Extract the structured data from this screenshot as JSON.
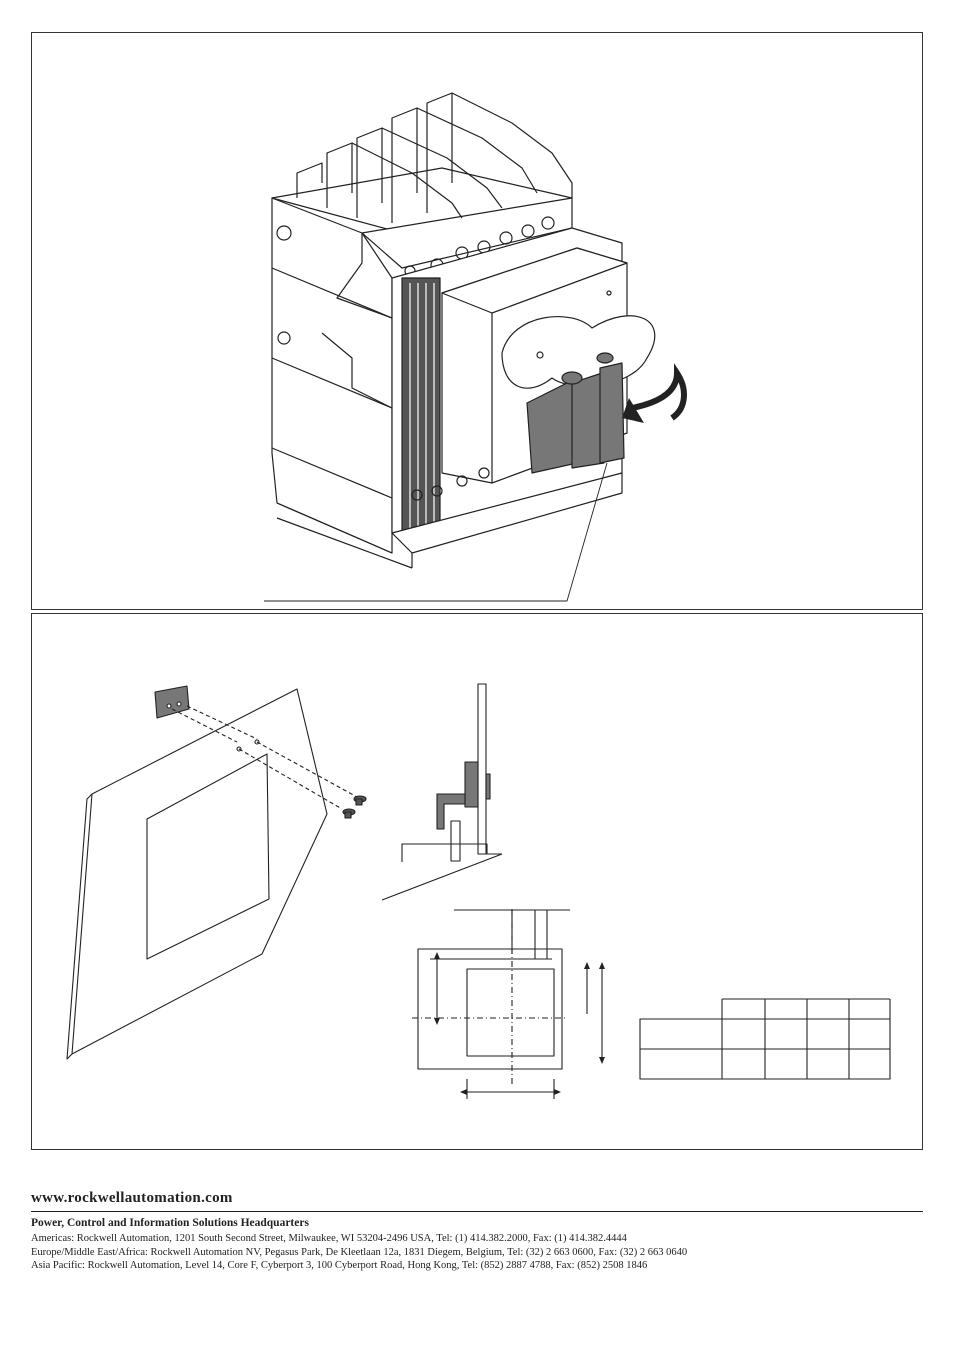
{
  "footer": {
    "website": "www.rockwellautomation.com",
    "headquarters_title": "Power, Control and Information Solutions Headquarters",
    "addresses": [
      "Americas: Rockwell Automation, 1201 South Second Street, Milwaukee, WI 53204-2496 USA, Tel: (1) 414.382.2000, Fax: (1) 414.382.4444",
      "Europe/Middle East/Africa: Rockwell Automation NV, Pegasus Park, De Kleetlaan 12a, 1831 Diegem, Belgium, Tel: (32) 2 663 0600, Fax: (32) 2 663 0640",
      "Asia Pacific: Rockwell Automation, Level 14, Core F, Cyberport 3, 100 Cyberport Road, Hong Kong, Tel: (852) 2887 4788, Fax: (852) 2508 1846"
    ]
  }
}
